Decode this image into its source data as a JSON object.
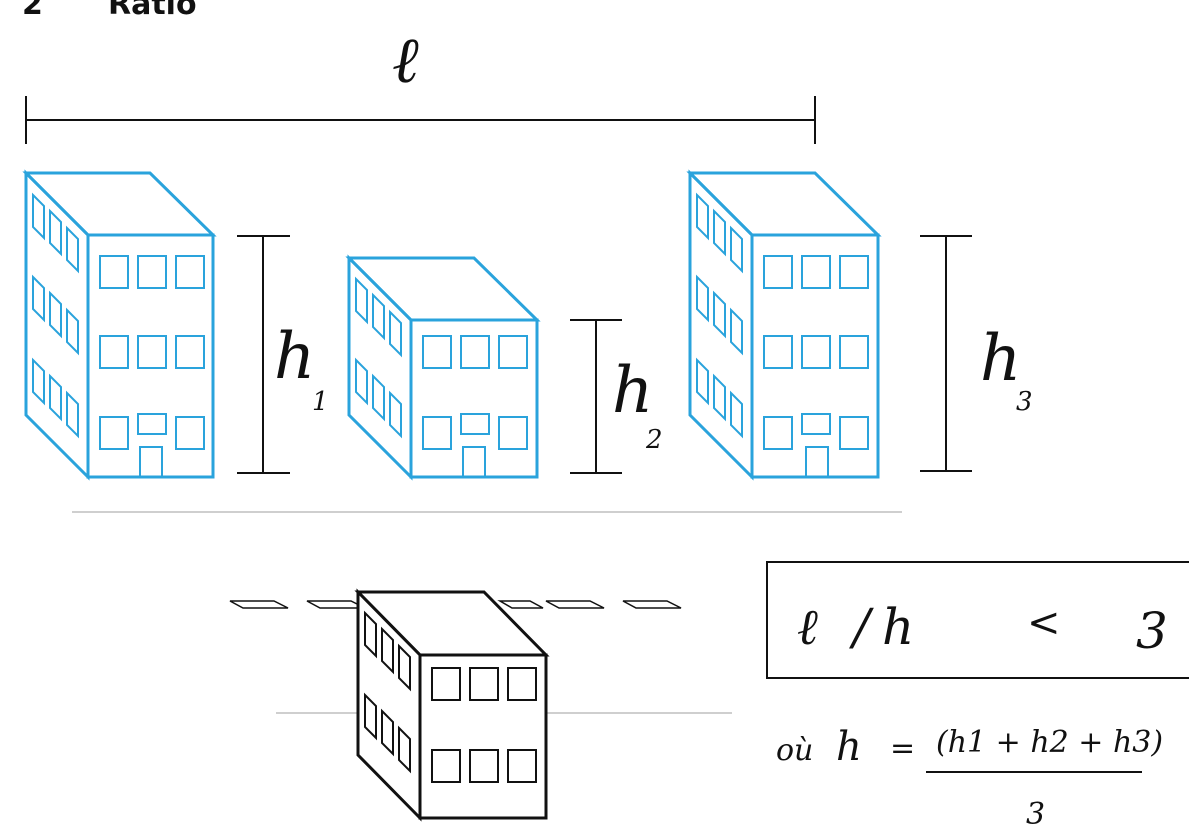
{
  "header": {
    "number": "2",
    "title": "Ratio"
  },
  "dimension": {
    "length_label": "ℓ"
  },
  "heights": [
    {
      "symbol": "h",
      "index": "1"
    },
    {
      "symbol": "h",
      "index": "2"
    },
    {
      "symbol": "h",
      "index": "3"
    }
  ],
  "colors": {
    "building_outline": "#2aa3dc",
    "ink": "#111111",
    "rule": "#bfbfbf"
  },
  "rule_box": {
    "left": "ℓ",
    "slash": "/",
    "h": "h",
    "op": "<",
    "right": "3"
  },
  "definition": {
    "where": "où",
    "h": "h",
    "equals": "=",
    "numerator": "(h1 + h2 + h3)",
    "denominator": "3"
  }
}
